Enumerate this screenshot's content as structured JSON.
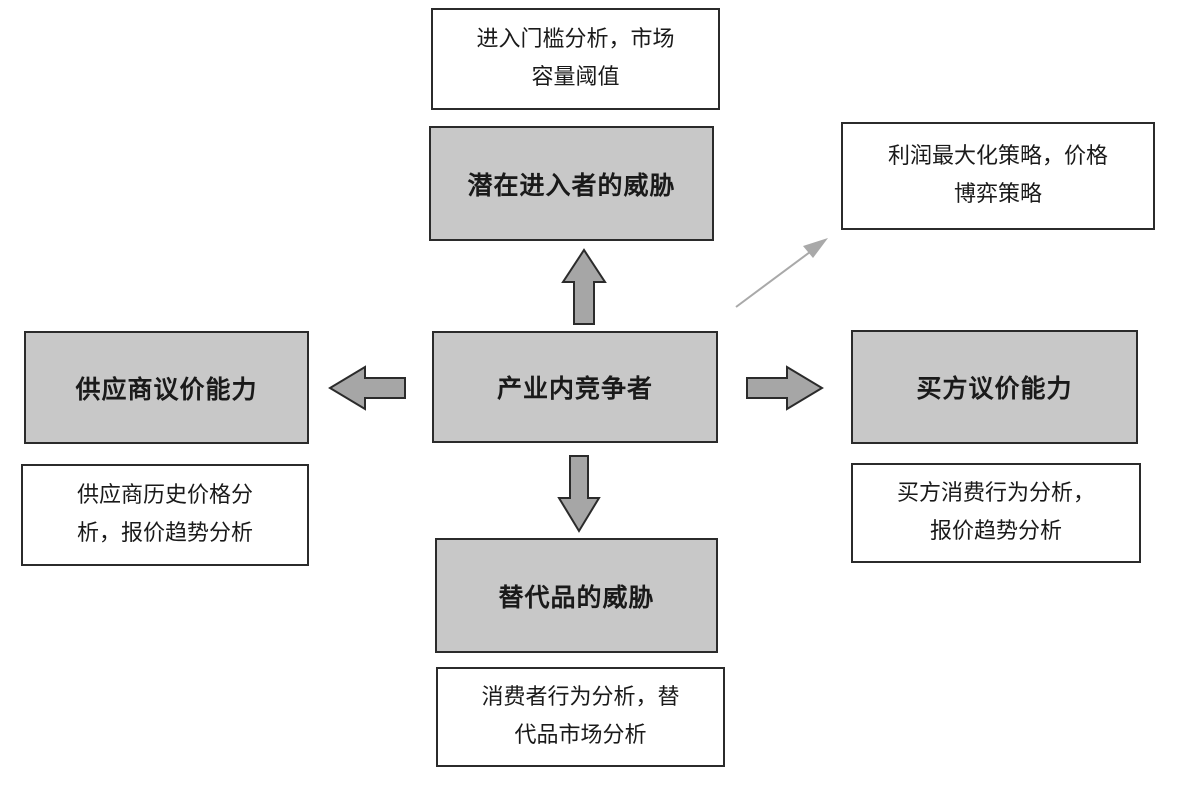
{
  "forces": {
    "center": "产业内竞争者",
    "top": "潜在进入者的威胁",
    "left": "供应商议价能力",
    "right": "买方议价能力",
    "bottom": "替代品的威胁"
  },
  "notes": {
    "top": [
      "进入门槛分析，市场",
      "容量阈值"
    ],
    "topright": [
      "利润最大化策略，价格",
      "博弈策略"
    ],
    "left": [
      "供应商历史价格分",
      "析，报价趋势分析"
    ],
    "right": [
      "买方消费行为分析，",
      "报价趋势分析"
    ],
    "bottom": [
      "消费者行为分析，替",
      "代品市场分析"
    ]
  },
  "colors": {
    "force_fill": "#c8c8c8",
    "arrow_fill": "#a6a6a6",
    "border": "#2b2b2b",
    "thin_arrow": "#a9a9a9"
  }
}
